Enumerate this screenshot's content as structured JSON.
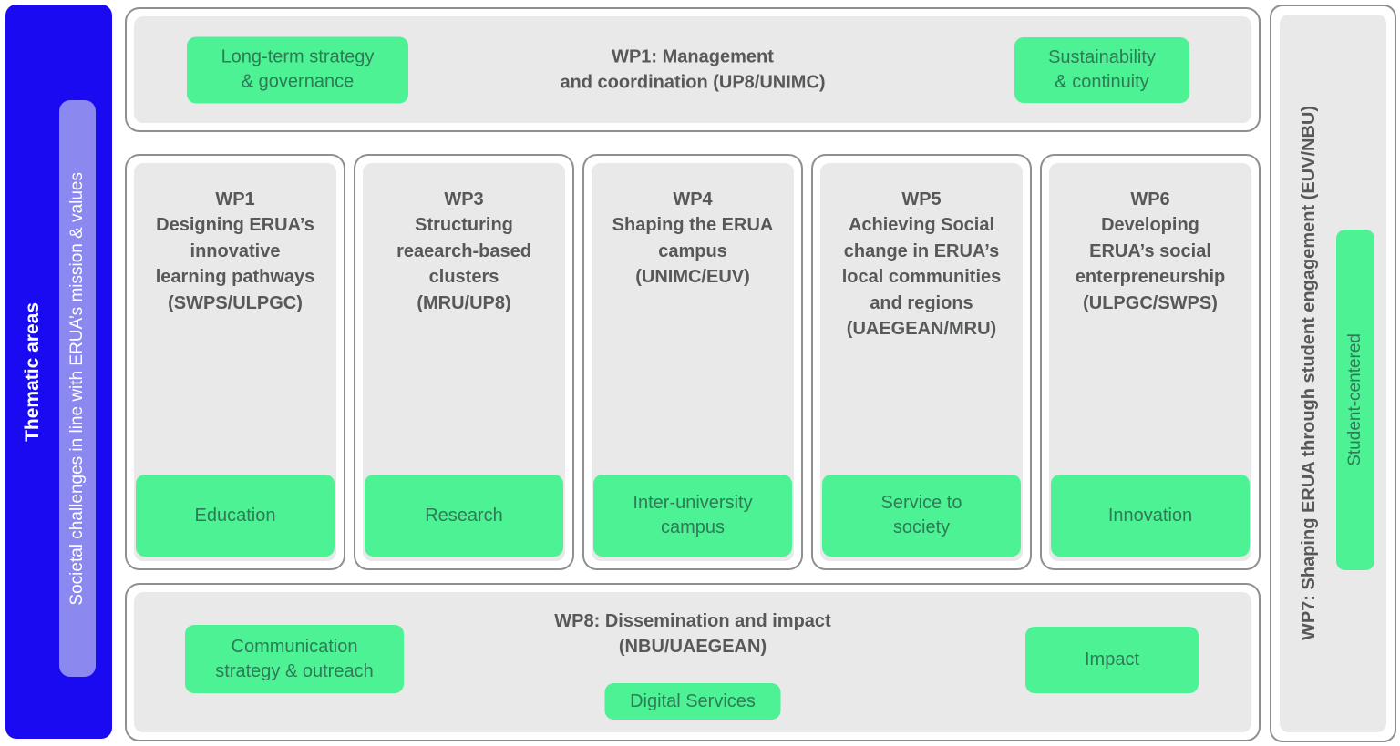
{
  "colors": {
    "blue": "#1a0af2",
    "purple": "#8b89f0",
    "green": "#4df295",
    "panel_gray": "#e9e9e9",
    "card_border": "#8f8f8f",
    "title_text": "#57585a",
    "badge_text": "#2e7b55"
  },
  "left_bar": {
    "label": "Thematic areas",
    "inner_label": "Societal challenges in line with ERUA’s mission & values"
  },
  "top_panel": {
    "title": "WP1: Management\nand coordination (UP8/UNIMC)",
    "left_badge": "Long-term strategy\n& governance",
    "right_badge": "Sustainability\n& continuity"
  },
  "columns": [
    {
      "title": "WP1\nDesigning ERUA’s\ninnovative\nlearning pathways\n(SWPS/ULPGC)",
      "badge": "Education"
    },
    {
      "title": "WP3\nStructuring\nreaearch-based\nclusters\n(MRU/UP8)",
      "badge": "Research"
    },
    {
      "title": "WP4\nShaping the ERUA\ncampus\n(UNIMC/EUV)",
      "badge": "Inter-university\ncampus"
    },
    {
      "title": "WP5\nAchieving Social\nchange in ERUA’s\nlocal communities\nand regions\n(UAEGEAN/MRU)",
      "badge": "Service to\nsociety"
    },
    {
      "title": "WP6\nDeveloping\nERUA’s social\nenterpreneurship\n(ULPGC/SWPS)",
      "badge": "Innovation"
    }
  ],
  "bottom_panel": {
    "title": "WP8: Dissemination and impact\n(NBU/UAEGEAN)",
    "left_badge": "Communication\nstrategy & outreach",
    "center_badge": "Digital Services",
    "right_badge": "Impact"
  },
  "right_bar": {
    "label": "WP7: Shaping ERUA through student engagement (EUV/NBU)",
    "badge": "Student-centered"
  }
}
